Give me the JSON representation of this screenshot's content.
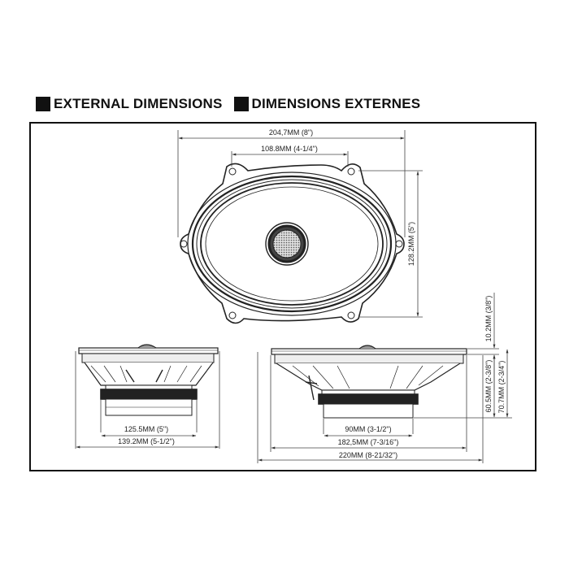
{
  "headings": {
    "english": "EXTERNAL DIMENSIONS",
    "french": "DIMENSIONS EXTERNES"
  },
  "top_view": {
    "overall_width": "204,7MM (8\")",
    "bolt_spacing": "108.8MM (4-1/4\")",
    "height": "128.2MM (5\")"
  },
  "side_view_small": {
    "inner_width": "125.5MM (5\")",
    "outer_width": "139.2MM (5-1/2\")"
  },
  "side_view_large": {
    "magnet_width": "90MM (3-1/2\")",
    "cutout_width": "182,5MM (7-3/16\")",
    "overall_width": "220MM (8-21/32\")",
    "top_depth": "10.2MM (3/8\")",
    "mount_depth": "60.5MM (2-3/8\")",
    "overall_depth": "70.7MM (2-3/4\")"
  }
}
